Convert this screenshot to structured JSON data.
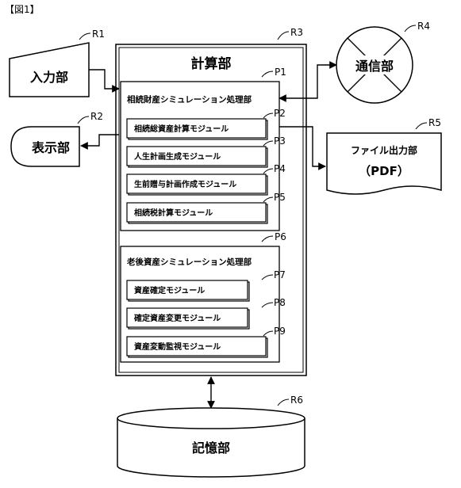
{
  "figure_label": "【図1】",
  "main": {
    "ref": "R3",
    "title": "計算部",
    "group1": {
      "ref": "P1",
      "title": "相続財産シミュレーション処理部",
      "modules": [
        {
          "ref": "P2",
          "label": "相続総資産計算モジュール"
        },
        {
          "ref": "P3",
          "label": "人生計画生成モジュール"
        },
        {
          "ref": "P4",
          "label": "生前贈与計画作成モジュール"
        },
        {
          "ref": "P5",
          "label": "相続税計算モジュール"
        }
      ]
    },
    "group2": {
      "ref": "P6",
      "title": "老後資産シミュレーション処理部",
      "modules": [
        {
          "ref": "P7",
          "label": "資産確定モジュール"
        },
        {
          "ref": "P8",
          "label": "確定資産変更モジュール"
        },
        {
          "ref": "P9",
          "label": "資産変動監視モジュール"
        }
      ]
    }
  },
  "input": {
    "ref": "R1",
    "label": "入力部"
  },
  "display": {
    "ref": "R2",
    "label": "表示部"
  },
  "comm": {
    "ref": "R4",
    "label": "通信部"
  },
  "file_output": {
    "ref": "R5",
    "label": "ファイル出力部",
    "label2": "（PDF）"
  },
  "storage": {
    "ref": "R6",
    "label": "記憶部"
  }
}
